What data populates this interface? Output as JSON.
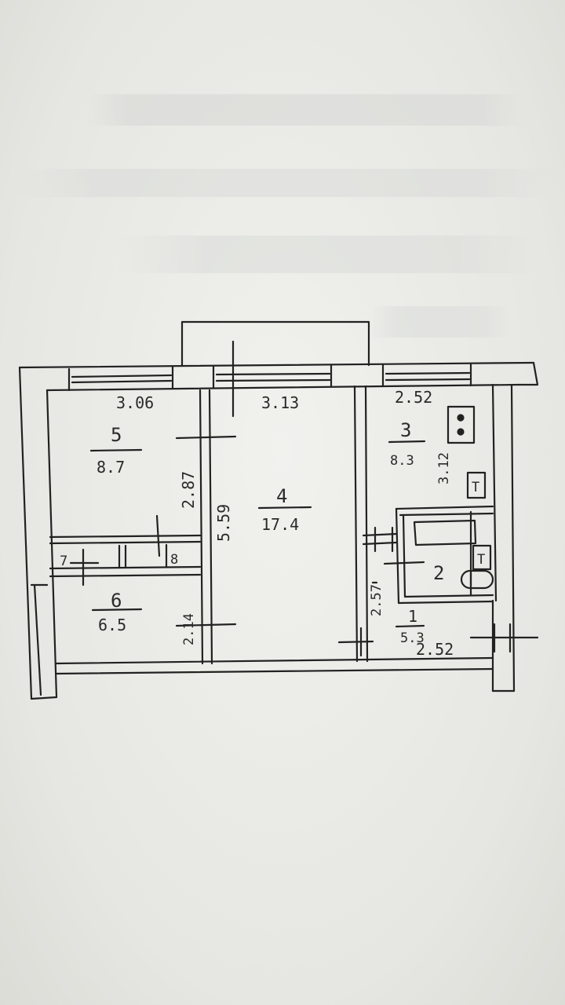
{
  "plan": {
    "rooms": [
      {
        "id": "5",
        "area": "8.7"
      },
      {
        "id": "4",
        "area": "17.4"
      },
      {
        "id": "3",
        "area": "8.3"
      },
      {
        "id": "6",
        "area": "6.5"
      },
      {
        "id": "1",
        "area": "5.3"
      },
      {
        "id": "2"
      },
      {
        "id": "7"
      },
      {
        "id": "8"
      }
    ],
    "dimensions": {
      "room5_width": "3.06",
      "room4_width": "3.13",
      "room3_width": "2.52",
      "room5_depth": "2.87",
      "room4_depth": "5.59",
      "room6_depth": "2.14",
      "room3_depth": "3.12",
      "hall_depth": "2.57",
      "hall_width": "2.52"
    },
    "fixtures": {
      "stove_icon": "stove-icon",
      "toilet_label": "T",
      "toilet_label_2": "T"
    }
  }
}
